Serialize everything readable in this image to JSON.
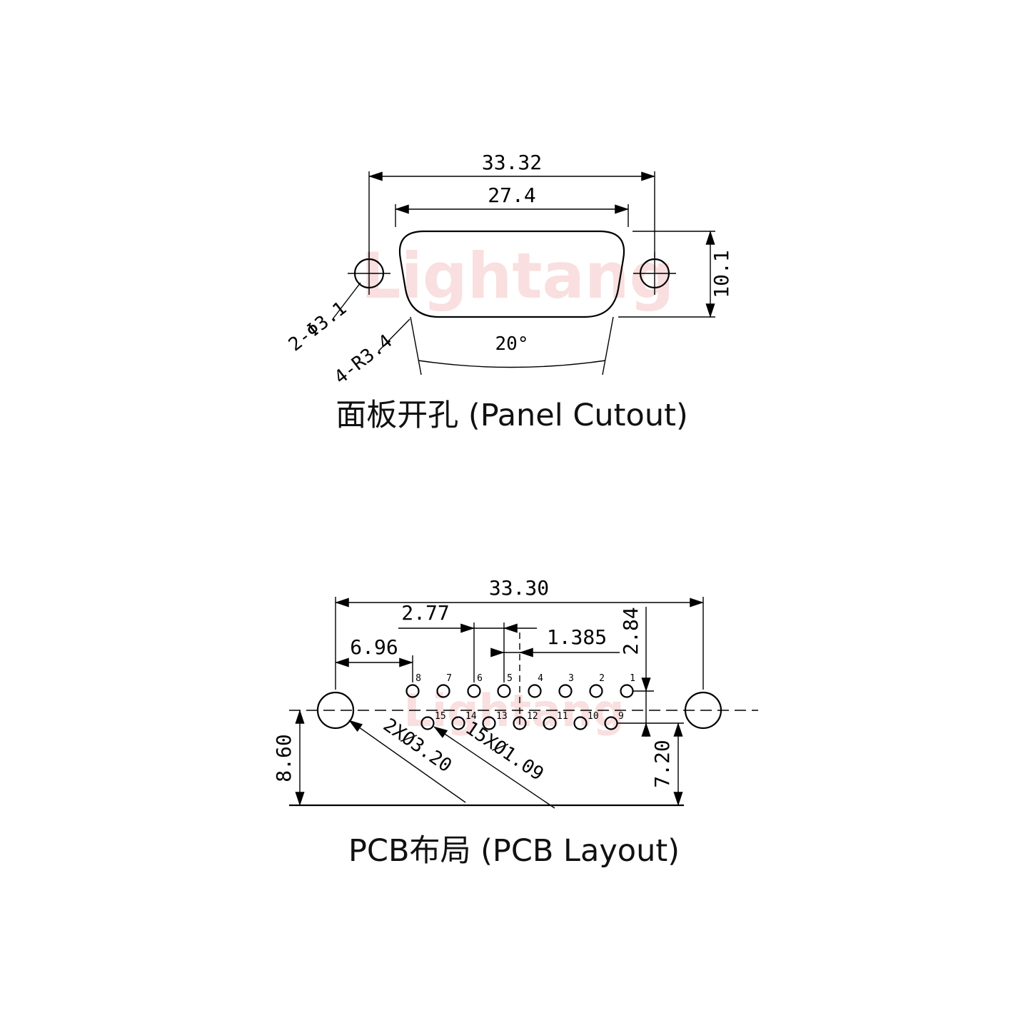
{
  "colors": {
    "line": "#000000",
    "watermark": "#f6caca",
    "title": "#111111",
    "background": "#ffffff"
  },
  "watermark": {
    "text": "Lightang"
  },
  "panel_cutout": {
    "title": "面板开孔 (Panel Cutout)",
    "dim_width_outer": "33.32",
    "dim_width_inner": "27.4",
    "dim_height": "10.1",
    "label_holes": "2-Φ3.1",
    "label_radius": "4-R3.4",
    "label_angle": "20°"
  },
  "pcb_layout": {
    "title": "PCB布局 (PCB Layout)",
    "dim_span": "33.30",
    "dim_pitch": "2.77",
    "dim_offset_left": "6.96",
    "dim_row_offset": "1.385",
    "dim_row_gap": "2.84",
    "dim_hole_edge": "8.60",
    "dim_row_edge": "7.20",
    "label_mount_holes": "2XØ3.20",
    "label_pin_holes": "15XØ1.09",
    "pin_labels_top": [
      "8",
      "7",
      "6",
      "5",
      "4",
      "3",
      "2",
      "1"
    ],
    "pin_labels_bottom": [
      "15",
      "14",
      "13",
      "12",
      "11",
      "10",
      "9"
    ]
  }
}
